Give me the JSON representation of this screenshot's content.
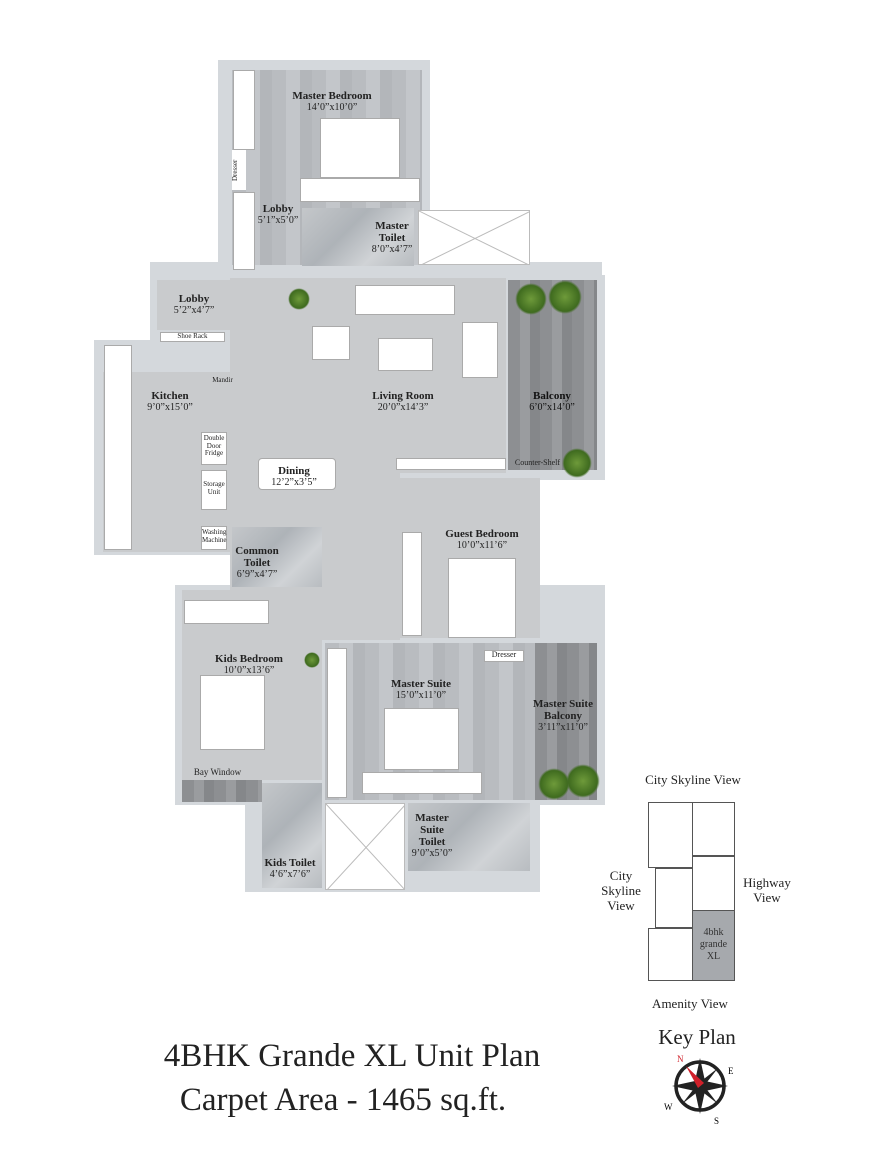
{
  "title": {
    "line1": "4BHK Grande XL Unit Plan",
    "line2": "Carpet Area - 1465 sq.ft."
  },
  "rooms": [
    {
      "name": "Master Bedroom",
      "dims": "14’0”x10’0”"
    },
    {
      "name": "Lobby",
      "dims": "5’1”x5’0”"
    },
    {
      "name": "Master Toilet",
      "dims": "8’0”x4’7”"
    },
    {
      "name": "Lobby",
      "dims": "5’2”x4’7”"
    },
    {
      "name": "Kitchen",
      "dims": "9’0”x15’0”"
    },
    {
      "name": "Living Room",
      "dims": "20’0”x14’3”"
    },
    {
      "name": "Balcony",
      "dims": "6’0”x14’0”"
    },
    {
      "name": "Dining",
      "dims": "12’2”x3’5”"
    },
    {
      "name": "Common Toilet",
      "dims": "6’9”x4’7”"
    },
    {
      "name": "Guest Bedroom",
      "dims": "10’0”x11’6”"
    },
    {
      "name": "Kids Bedroom",
      "dims": "10’0”x13’6”"
    },
    {
      "name": "Master Suite",
      "dims": "15’0”x11’0”"
    },
    {
      "name": "Master Suite Balcony",
      "dims": "3’11”x11’0”"
    },
    {
      "name": "Kids Toilet",
      "dims": "4’6”x7’6”"
    },
    {
      "name": "Master Suite Toilet",
      "dims": "9’0”x5’0”"
    }
  ],
  "fixtures": {
    "dresser": "Dresser",
    "shoe_rack": "Shoe Rack",
    "mandir": "Mandir",
    "fridge": "Double Door Fridge",
    "storage": "Storage Unit",
    "washing": "Washing Machine",
    "counter": "Counter-Shelf",
    "dresser2": "Dresser",
    "bay": "Bay Window"
  },
  "key_plan": {
    "title": "Key Plan",
    "top": "City Skyline View",
    "left": "City Skyline View",
    "right": "Highway View",
    "bottom": "Amenity View",
    "unit": "4bhk grande XL",
    "unit_color": "#a6a9ad"
  },
  "compass": {
    "n": "N",
    "e": "E",
    "s": "S",
    "w": "W",
    "north_color": "#d0202a"
  }
}
